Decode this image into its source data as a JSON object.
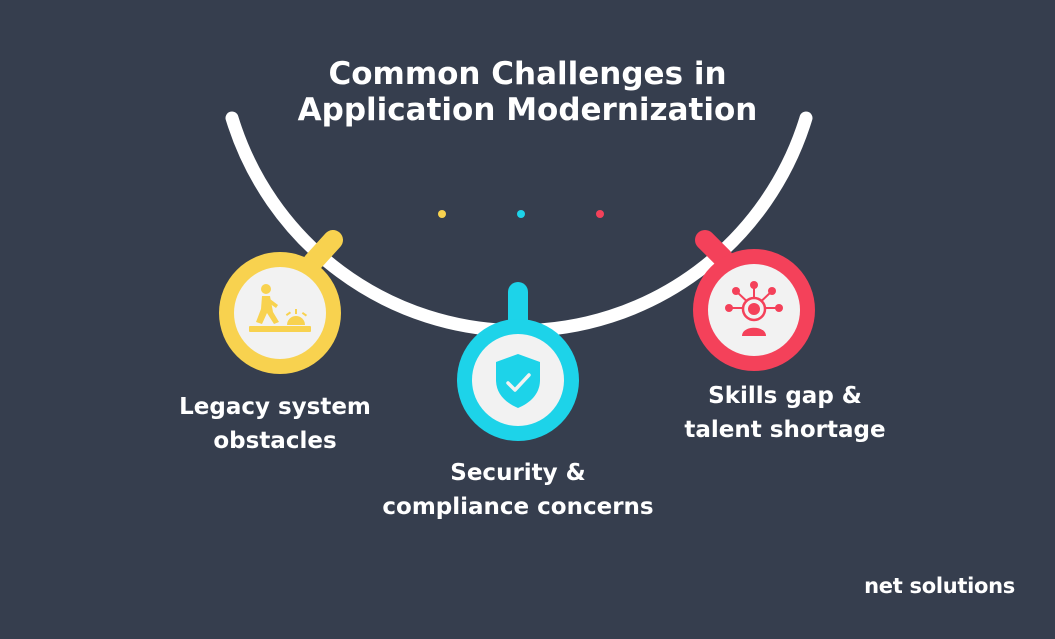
{
  "title": {
    "line1": "Common Challenges in",
    "line2": "Application Modernization"
  },
  "challenges": [
    {
      "label_line1": "Legacy system",
      "label_line2": "obstacles",
      "color": "#f8d24f",
      "icon": "walking-person-obstacle-icon"
    },
    {
      "label_line1": "Security &",
      "label_line2": "compliance concerns",
      "color": "#1dd3e9",
      "icon": "shield-check-icon"
    },
    {
      "label_line1": "Skills gap &",
      "label_line2": "talent shortage",
      "color": "#f4415a",
      "icon": "person-network-icon"
    }
  ],
  "brand": {
    "text": "net solutions"
  },
  "colors": {
    "background": "#363e4e",
    "arc": "#ffffff",
    "inner": "#f2f2f2"
  }
}
